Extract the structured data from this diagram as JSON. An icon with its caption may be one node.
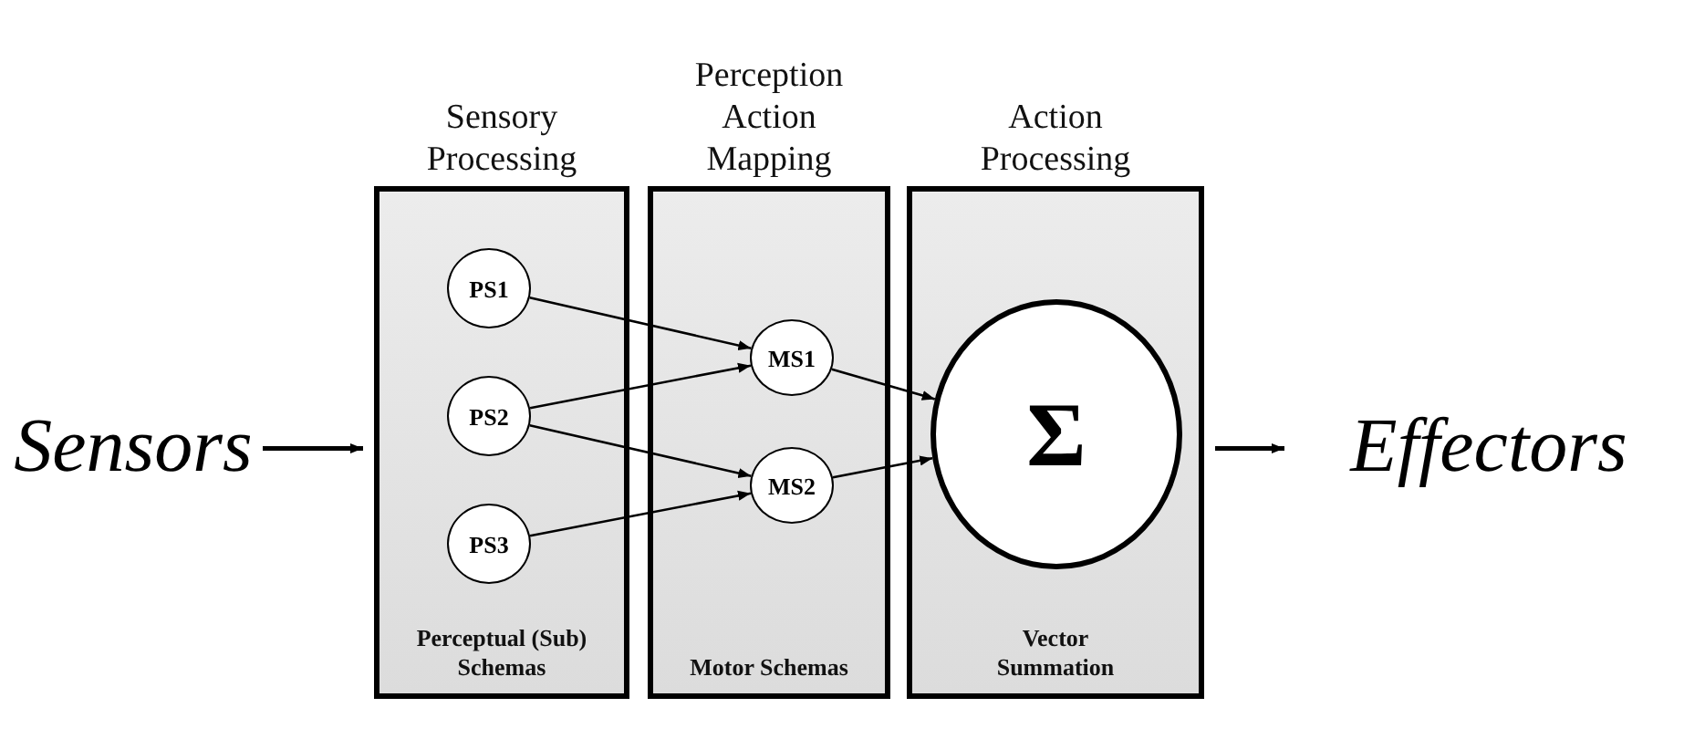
{
  "diagram": {
    "nodes": [
      {
        "text": [
          "Sensors"
        ]
      },
      {
        "text": [
          "Sensory Processing",
          "Perceptual (Sub) Schemas"
        ]
      },
      {
        "text": [
          "PS1"
        ],
        "in": 1
      },
      {
        "text": [
          "PS2"
        ],
        "in": 1
      },
      {
        "text": [
          "PS3"
        ],
        "in": 1
      },
      {
        "text": [
          "Perception Action Mapping",
          "Motor Schemas"
        ]
      },
      {
        "text": [
          "MS1"
        ],
        "in": 5
      },
      {
        "text": [
          "MS2"
        ],
        "in": 5
      },
      {
        "text": [
          "Action Processing",
          "Vector Summation"
        ]
      },
      {
        "text": [
          "Σ"
        ],
        "in": 8
      },
      {
        "text": [
          "Effectors"
        ]
      }
    ],
    "edges": [
      {
        "from": 0,
        "to": 1,
        "arrow": "to"
      },
      {
        "from": 2,
        "to": 6,
        "arrow": "to"
      },
      {
        "from": 3,
        "to": 6,
        "arrow": "to"
      },
      {
        "from": 3,
        "to": 7,
        "arrow": "to"
      },
      {
        "from": 4,
        "to": 7,
        "arrow": "to"
      },
      {
        "from": 6,
        "to": 9,
        "arrow": "to"
      },
      {
        "from": 7,
        "to": 9,
        "arrow": "to"
      },
      {
        "from": 8,
        "to": 10,
        "arrow": "to"
      }
    ]
  }
}
